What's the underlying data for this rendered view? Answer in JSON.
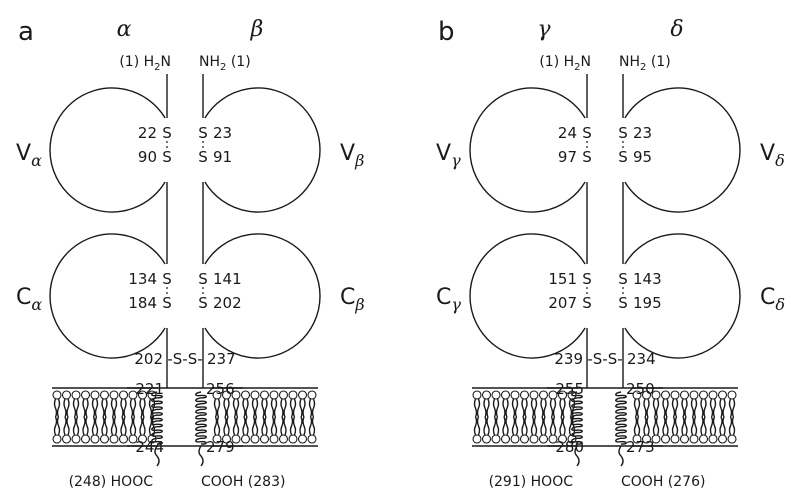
{
  "panels": [
    {
      "letter": "a",
      "chain_left": "α",
      "chain_right": "β",
      "nterm_left": "(1) H",
      "nterm_left_sub": "2",
      "nterm_left_end": "N",
      "nterm_right": "NH",
      "nterm_right_sub": "2",
      "nterm_right_end": " (1)",
      "v_left": {
        "base": "V",
        "sub": "α"
      },
      "v_right": {
        "base": "V",
        "sub": "β"
      },
      "c_left": {
        "base": "C",
        "sub": "α"
      },
      "c_right": {
        "base": "C",
        "sub": "β"
      },
      "v_left_nums": [
        "22",
        "90"
      ],
      "v_right_nums": [
        "23",
        "91"
      ],
      "c_left_nums": [
        "134",
        "184"
      ],
      "c_right_nums": [
        "141",
        "202"
      ],
      "ss_left": "202",
      "ss_right": "237",
      "tm_left": [
        "221",
        "244"
      ],
      "tm_right": [
        "256",
        "279"
      ],
      "cterm_left": "(248) HOOC",
      "cterm_right": "COOH (283)"
    },
    {
      "letter": "b",
      "chain_left": "γ",
      "chain_right": "δ",
      "nterm_left": "(1) H",
      "nterm_left_sub": "2",
      "nterm_left_end": "N",
      "nterm_right": "NH",
      "nterm_right_sub": "2",
      "nterm_right_end": " (1)",
      "v_left": {
        "base": "V",
        "sub": "γ"
      },
      "v_right": {
        "base": "V",
        "sub": "δ"
      },
      "c_left": {
        "base": "C",
        "sub": "γ"
      },
      "c_right": {
        "base": "C",
        "sub": "δ"
      },
      "v_left_nums": [
        "24",
        "97"
      ],
      "v_right_nums": [
        "23",
        "95"
      ],
      "c_left_nums": [
        "151",
        "207"
      ],
      "c_right_nums": [
        "143",
        "195"
      ],
      "ss_left": "239",
      "ss_right": "234",
      "tm_left": [
        "255",
        "280"
      ],
      "tm_right": [
        "250",
        "273"
      ],
      "cterm_left": "(291) HOOC",
      "cterm_right": "COOH (276)"
    }
  ],
  "sulfur": "S",
  "disulfide": "-S-S-"
}
